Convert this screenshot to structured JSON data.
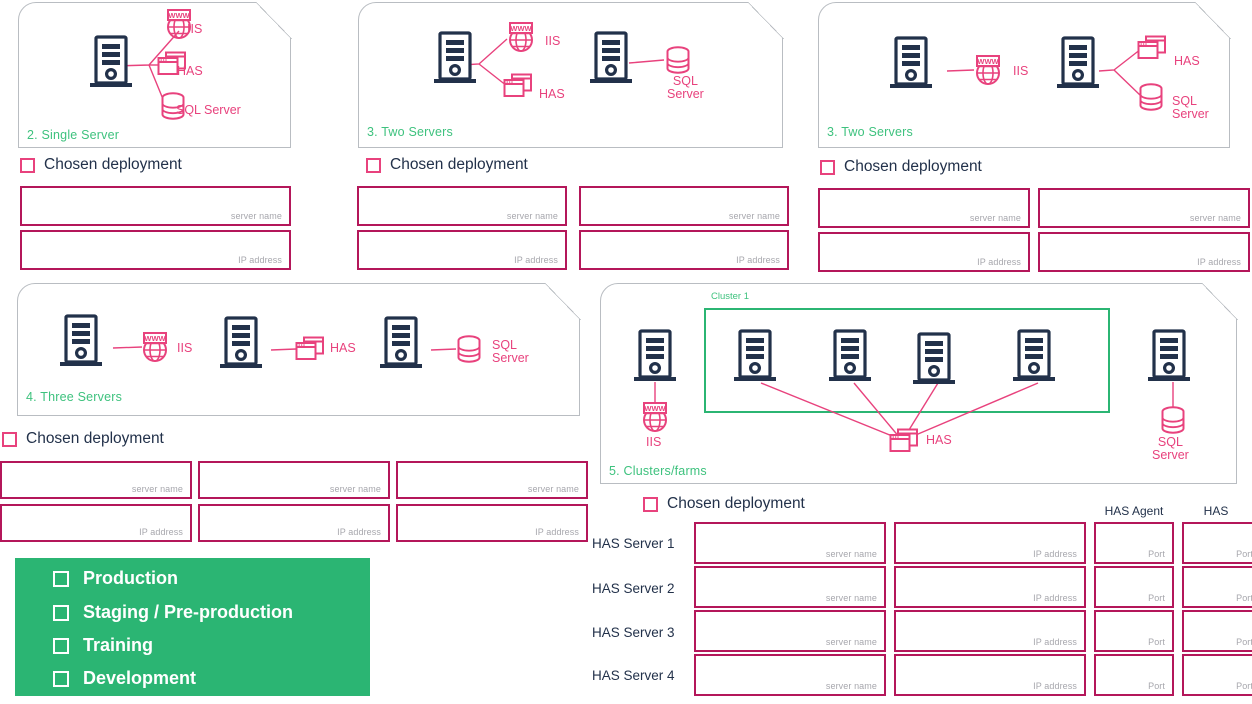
{
  "common": {
    "chosen_deployment_label": "Chosen deployment",
    "placeholder_server_name": "server name",
    "placeholder_ip_address": "IP address",
    "placeholder_port": "Port",
    "colors": {
      "pink": "#e8427d",
      "crimson": "#b4175a",
      "navy": "#22314a",
      "green": "#2bb573",
      "green_title": "#3ec27e",
      "panel_border": "#b9bdc2",
      "placeholder_grey": "#a7a7ad"
    }
  },
  "panels": [
    {
      "id": "single-server",
      "title": "2. Single  Server",
      "roles": [
        "IIS",
        "HAS",
        "SQL Server"
      ],
      "fields": [
        {
          "placeholder": "server name"
        },
        {
          "placeholder": "IP address"
        }
      ]
    },
    {
      "id": "two-servers-a",
      "title": "3. Two Servers",
      "roles": [
        "IIS",
        "HAS",
        "SQL\nServer"
      ],
      "fields": [
        {
          "placeholder": "server name"
        },
        {
          "placeholder": "server name"
        },
        {
          "placeholder": "IP address"
        },
        {
          "placeholder": "IP address"
        }
      ]
    },
    {
      "id": "two-servers-b",
      "title": "3. Two Servers",
      "roles": [
        "IIS",
        "HAS",
        "SQL\nServer"
      ],
      "fields": [
        {
          "placeholder": "server name"
        },
        {
          "placeholder": "server name"
        },
        {
          "placeholder": "IP address"
        },
        {
          "placeholder": "IP address"
        }
      ]
    },
    {
      "id": "three-servers",
      "title": "4. Three Servers",
      "roles": [
        "IIS",
        "HAS",
        "SQL\nServer"
      ],
      "fields": [
        {
          "placeholder": "server name"
        },
        {
          "placeholder": "server name"
        },
        {
          "placeholder": "server name"
        },
        {
          "placeholder": "IP address"
        },
        {
          "placeholder": "IP address"
        },
        {
          "placeholder": "IP address"
        }
      ]
    },
    {
      "id": "clusters-farms",
      "title": "5. Clusters/farms",
      "cluster_label": "Cluster 1",
      "roles": [
        "IIS",
        "HAS",
        "SQL\nServer"
      ]
    }
  ],
  "has_table": {
    "column_headers": [
      "HAS Agent",
      "HAS"
    ],
    "rows": [
      {
        "label": "HAS  Server 1",
        "server_name": "server name",
        "ip_address": "IP address",
        "has_agent_port": "Port",
        "has_port": "Port"
      },
      {
        "label": "HAS  Server 2",
        "server_name": "server name",
        "ip_address": "IP address",
        "has_agent_port": "Port",
        "has_port": "Port"
      },
      {
        "label": "HAS  Server 3",
        "server_name": "server name",
        "ip_address": "IP address",
        "has_agent_port": "Port",
        "has_port": "Port"
      },
      {
        "label": "HAS  Server 4",
        "server_name": "server name",
        "ip_address": "IP address",
        "has_agent_port": "Port",
        "has_port": "Port"
      }
    ]
  },
  "environments": {
    "items": [
      {
        "label": "Production"
      },
      {
        "label": "Staging / Pre-production"
      },
      {
        "label": "Training"
      },
      {
        "label": "Development"
      }
    ]
  }
}
